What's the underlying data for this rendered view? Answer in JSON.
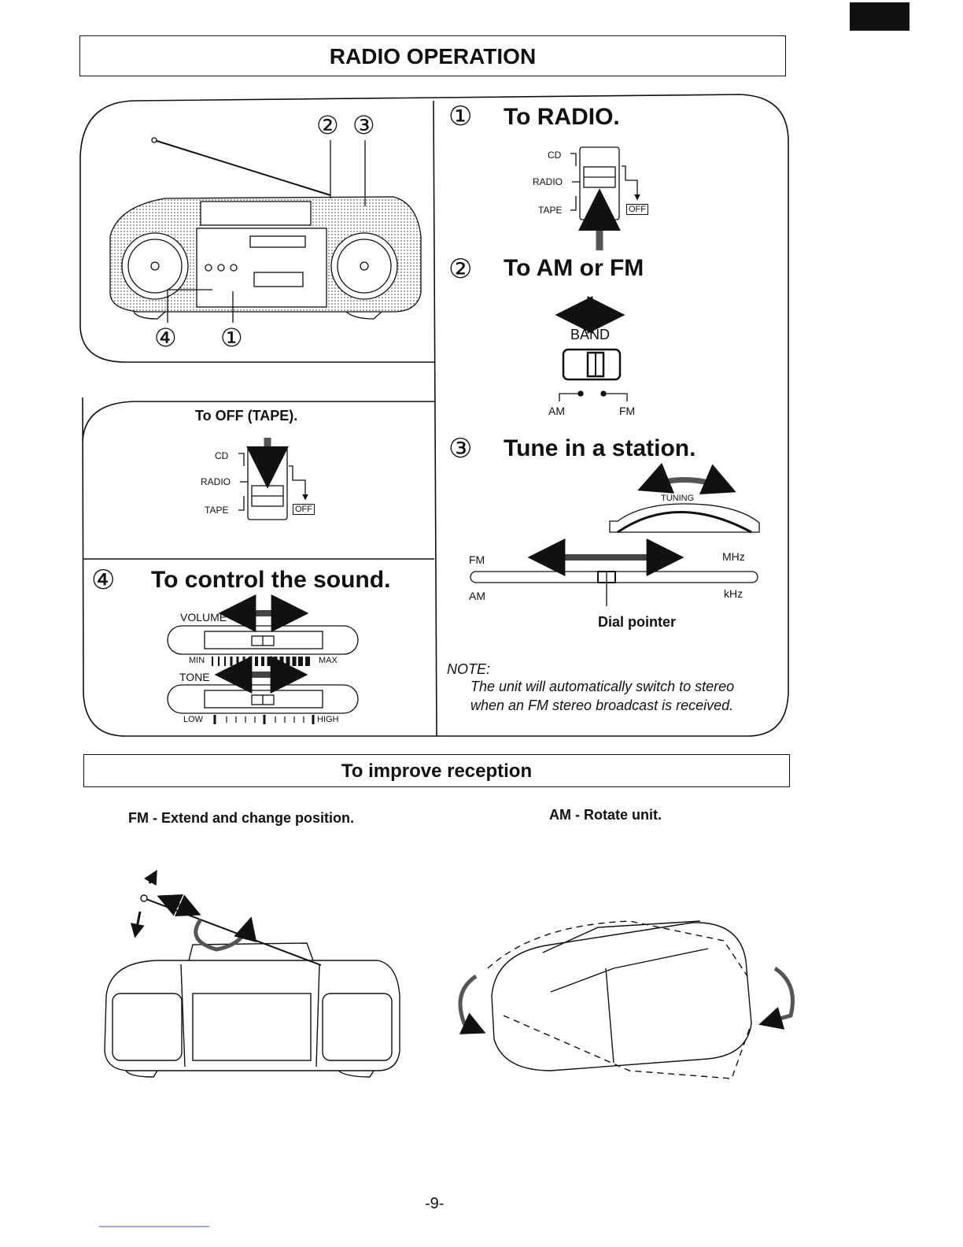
{
  "header": {
    "title": "RADIO OPERATION"
  },
  "overview": {
    "callouts_top": [
      "②",
      "③"
    ],
    "callouts_bottom": [
      "④",
      "①"
    ]
  },
  "off_panel": {
    "title": "To OFF (TAPE).",
    "switch": {
      "cd": "CD",
      "radio": "RADIO",
      "tape": "TAPE",
      "off": "OFF"
    }
  },
  "sound_panel": {
    "number": "④",
    "title": "To control the sound.",
    "volume": {
      "label": "VOLUME",
      "min": "MIN",
      "max": "MAX"
    },
    "tone": {
      "label": "TONE",
      "low": "LOW",
      "high": "HIGH"
    }
  },
  "steps": [
    {
      "number": "①",
      "title": "To RADIO.",
      "switch": {
        "cd": "CD",
        "radio": "RADIO",
        "tape": "TAPE",
        "off": "OFF"
      }
    },
    {
      "number": "②",
      "title": "To AM or FM",
      "band": {
        "label": "BAND",
        "am": "AM",
        "fm": "FM"
      }
    },
    {
      "number": "③",
      "title": "Tune in a station.",
      "tuning": {
        "label": "TUNING"
      },
      "dial": {
        "fm": "FM",
        "mhz": "MHz",
        "am": "AM",
        "khz": "kHz",
        "pointer": "Dial pointer"
      }
    }
  ],
  "note": {
    "label": "NOTE:",
    "text_line1": "The unit will automatically switch to stereo",
    "text_line2": "when an FM stereo broadcast is received."
  },
  "reception": {
    "title": "To improve reception",
    "fm_tip": "FM - Extend and change position.",
    "am_tip": "AM - Rotate unit."
  },
  "footer": {
    "page_number": "-9-"
  }
}
